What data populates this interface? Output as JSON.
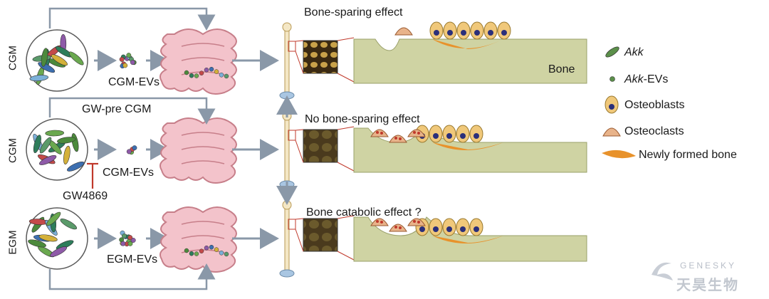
{
  "rows": [
    {
      "side_label": "CGM",
      "ev_label": "CGM-EVs",
      "effect_label": "Bone-sparing effect",
      "top_label": ""
    },
    {
      "side_label": "CGM",
      "ev_label": "CGM-EVs",
      "effect_label": "No bone-sparing effect",
      "top_label": "GW-pre CGM",
      "inhibitor_label": "GW4869"
    },
    {
      "side_label": "EGM",
      "ev_label": "EGM-EVs",
      "effect_label": "Bone catabolic effect ?",
      "top_label": ""
    }
  ],
  "bone_label": "Bone",
  "legend": [
    {
      "key": "akk",
      "label": "Akk"
    },
    {
      "key": "akk-evs",
      "label_italic": "Akk",
      "label_rest": "-EVs"
    },
    {
      "key": "osteoblasts",
      "label": "Osteoblasts"
    },
    {
      "key": "osteoclasts",
      "label": "Osteoclasts"
    },
    {
      "key": "new-bone",
      "label": "Newly formed bone"
    }
  ],
  "watermark": {
    "latin": "GENESKY",
    "cjk": "天昊生物"
  },
  "colors": {
    "arrow": "#8a98a8",
    "gut_fill": "#f3c3cb",
    "gut_stroke": "#c77f8a",
    "bone_tissue": "#cfd3a3",
    "osteoblast": "#f0c87a",
    "new_bone": "#e8922b",
    "inhibitor": "#c0392b"
  }
}
